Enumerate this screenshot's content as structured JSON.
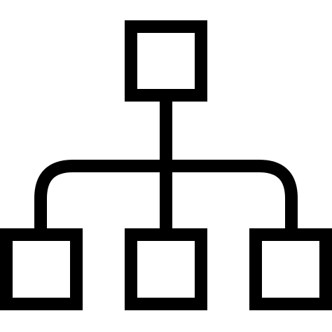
{
  "icon": {
    "name": "hierarchy-structure-icon",
    "description_visible": "",
    "color": "#000000",
    "background": "#ffffff"
  },
  "nodes": [
    {
      "id": "root",
      "label": ""
    },
    {
      "id": "child-left",
      "label": ""
    },
    {
      "id": "child-center",
      "label": ""
    },
    {
      "id": "child-right",
      "label": ""
    }
  ]
}
